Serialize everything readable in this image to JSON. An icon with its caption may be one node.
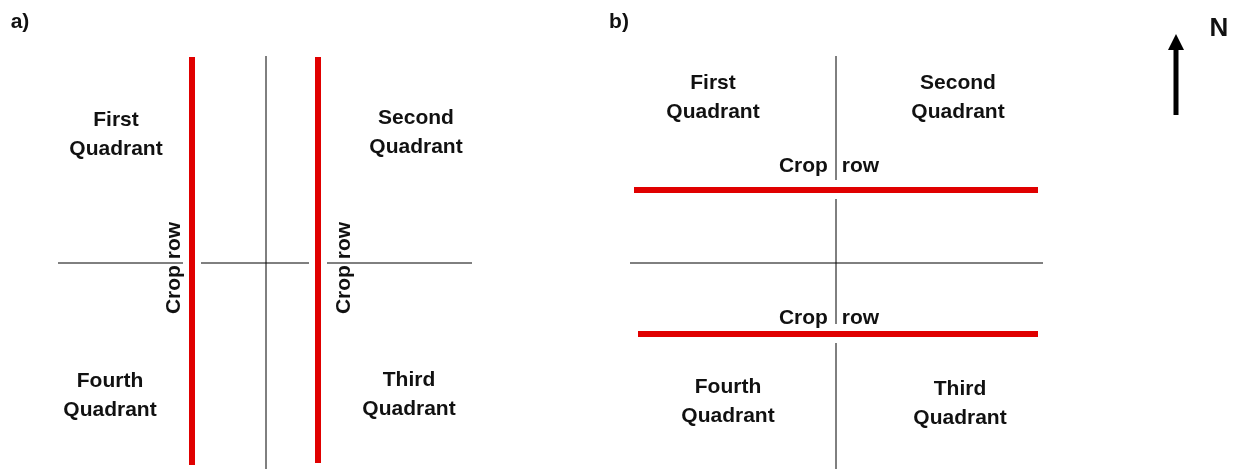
{
  "diagram": {
    "labels": [
      "a)",
      "b)",
      "N",
      "First Quadrant",
      "Second Quadrant",
      "Crop row",
      "Crop row",
      "Fourth Quadrant",
      "Third Quadrant",
      "First Quadrant",
      "Second Quadrant",
      "Crop row",
      "Crop row",
      "Fourth Quadrant",
      "Third Quadrant"
    ]
  }
}
